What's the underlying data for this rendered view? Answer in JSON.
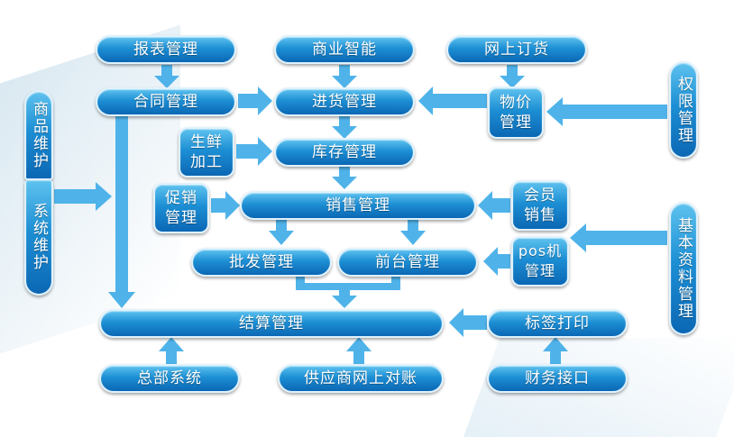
{
  "nodes": {
    "report_mgmt": "报表管理",
    "business_intel": "商业智能",
    "online_order": "网上订货",
    "contract_mgmt": "合同管理",
    "purchase_mgmt": "进货管理",
    "price_mgmt": "物价\n管理",
    "permission_mgmt": "权限管理",
    "goods_maint": "商品维护",
    "system_maint": "系统维护",
    "fresh_processing": "生鲜\n加工",
    "inventory_mgmt": "库存管理",
    "promotion_mgmt": "促销\n管理",
    "sales_mgmt": "销售管理",
    "member_sales": "会员\n销售",
    "basic_data_mgmt": "基本资料管理",
    "wholesale_mgmt": "批发管理",
    "front_desk_mgmt": "前台管理",
    "pos_mgmt": "pos机\n管理",
    "settlement_mgmt": "结算管理",
    "label_print": "标签打印",
    "hq_system": "总部系统",
    "supplier_online_recon": "供应商网上对账",
    "finance_interface": "财务接口"
  },
  "colors": {
    "node_top": "#5ec2ef",
    "node_bottom": "#0b67b4",
    "arrow": "#4fb3ea"
  }
}
